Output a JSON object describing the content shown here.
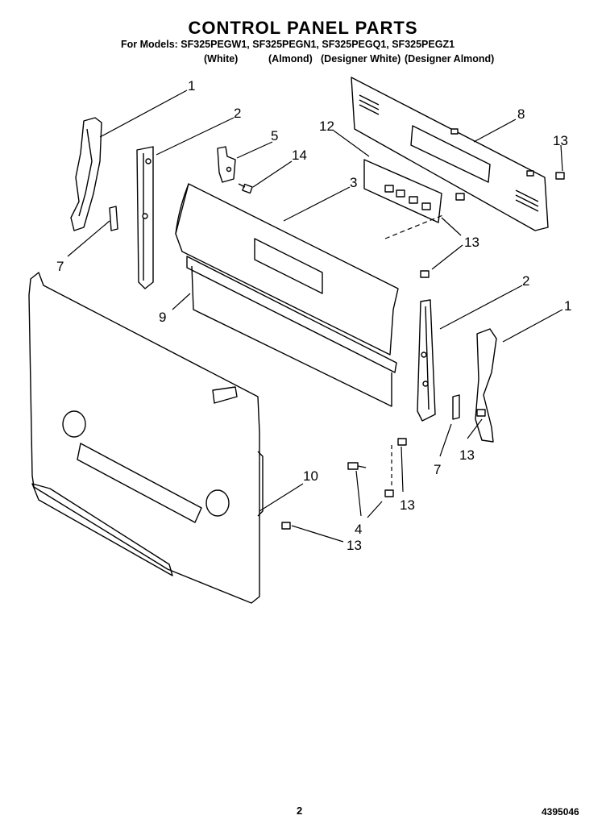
{
  "title": "CONTROL PANEL PARTS",
  "models_line": "For Models: SF325PEGW1, SF325PEGN1, SF325PEGQ1, SF325PEGZ1",
  "variants": [
    "(White)",
    "(Almond)",
    "(Designer White)",
    "(Designer Almond)"
  ],
  "callouts": {
    "c1_left": "1",
    "c2_left": "2",
    "c5": "5",
    "c14": "14",
    "c12": "12",
    "c3": "3",
    "c8": "8",
    "c13_top": "13",
    "c7_left": "7",
    "c13_mid": "13",
    "c9": "9",
    "c2_right": "2",
    "c1_right": "1",
    "c7_right": "7",
    "c13_right": "13",
    "c10": "10",
    "c13_low": "13",
    "c4": "4",
    "c13_bottom": "13"
  },
  "page_number": "2",
  "document_number": "4395046"
}
